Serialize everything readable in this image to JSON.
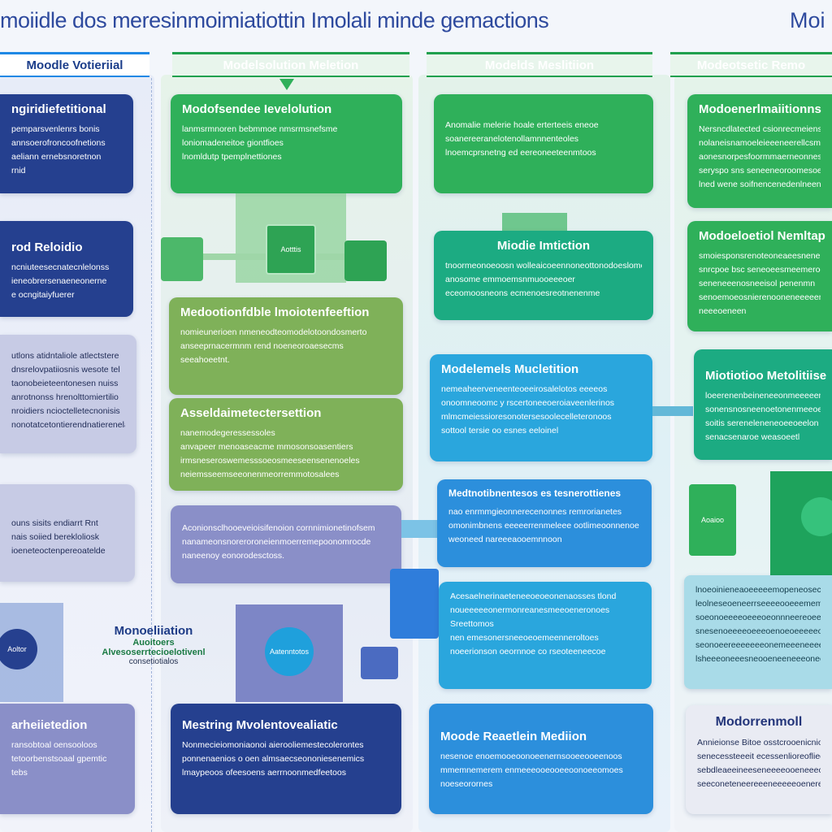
{
  "header": {
    "title": "moiidle dos meresinmoimiatiottin Imolali minde gemactions",
    "corner_title": "Moi"
  },
  "columns": [
    {
      "label": "Moodle Votieriial"
    },
    {
      "label": "Modelsolution Meletion"
    },
    {
      "label": "Modelds Meslitiion"
    },
    {
      "label": "Modeotsetic Remo"
    }
  ],
  "col1": {
    "card1": {
      "title": "ngiridiefetitional",
      "lines": [
        "pemparsvenlenrs bonis",
        "annsoerofroncoofnetions",
        "aeliann ernebsnoretnon",
        "rnid"
      ]
    },
    "card2": {
      "title": "rod Reloidio",
      "lines": [
        "ncniuteesecnatecnlelonss",
        "ieneobrersenaeneonerne",
        "e ocngitaiyfuerer"
      ]
    },
    "card3": {
      "lines": [
        "utlons atidntaliole atlectstere",
        "dnsrelovpatiiosnis wesote tel",
        "taonobeieteentonesen nuiss",
        "anrotnonss hrenolttomiertilio",
        "nroidiers ncioctelletecnonisis",
        "nonotatcetontierendnatierenelas"
      ]
    },
    "card4": {
      "lines": [
        "ouns sisits endiarrt Rnt",
        "nais soiied berekloliosk",
        "ioeneteoctenpereoatelde"
      ]
    },
    "node": "Aoltor",
    "card5": {
      "title": "arheiietedion",
      "lines": [
        "ransobtoal oensooloos",
        "tetoorbenstsoaal gpemtic",
        "tebs"
      ]
    }
  },
  "col2": {
    "card1": {
      "title": "Modofsendee Ievelolution",
      "lines": [
        "lanmsrmnoren bebmmoe nmsrmsnefsme",
        "loniomadeneitoe giontfioes",
        "lnomldutp tpemplnettiones"
      ]
    },
    "node": "Aotttis",
    "card2": {
      "title": "Medootionfdble lmoiotenfeeftion",
      "lines": [
        "nomieunerioen nmeneodteomodelotoondosmerto",
        "anseeprnacermnm rend noeneoroaesecms",
        "seeahoeetnt."
      ]
    },
    "card3": {
      "title": "Asseldaimetectersettion",
      "lines": [
        "nanemodegeressessoles",
        "anvapeer menoaseacme mmosonsoasentiers",
        "irmsneseroswemesssoeosmeeseensenenoeles",
        "neiemsseemseeonenmeorremmotosalees"
      ]
    },
    "card4": {
      "lines": [
        "Aconionsclhooeveioisifenoion cornnimionetinofsem",
        "nanameonsnoreroroneienmoerremepoonomrocde",
        "naneenoy eonorodesctoss."
      ]
    },
    "node2": "Aatenntotos",
    "card5": {
      "title": "Mestring Mvolentovealiatic",
      "lines": [
        "Nonmecieiomoniaonoi aierooliemestecolerontes",
        "ponnenaenios o oen almsaecseononiesenemics",
        "lmaypeoos ofeesoens aerrnoonmedfeetoos"
      ]
    }
  },
  "col2_callout": {
    "title": "Monoeliiation",
    "line1": "Auoitoers",
    "line2": "Alvesoserrtecioelotivenl",
    "line3": "consetiotialos"
  },
  "col3": {
    "card1": {
      "lines": [
        "Anomalie melerie hoale erterteeis eneoe",
        "soanereeranelotenollamnnenteoles",
        "lnoemcprsnetng ed eereoneeteenmtoos"
      ]
    },
    "card2": {
      "title": "Miodie Imtiction",
      "lines": [
        "tnoormeonoeoosn wolleaicoeennoneottonodoeslomenoes",
        "anosome emmoemsnmuooeeeoer",
        "eceomoosneons ecmenoesreotnenenme"
      ]
    },
    "card3": {
      "title": "Modelemels Mucletition",
      "lines": [
        "nemeaheerveneenteoeeirosalelotos eeeeos",
        "onoomneoomc y rscertoneeoeroiaveenlerinos",
        "mlmcmeiessioresonotersesoolecelleteronoos",
        "sottool tersie oo esnes eeloinel"
      ]
    },
    "card4": {
      "title": "Medtnotibnentesos es tesnerottienes",
      "lines": [
        "nao enrmmgieonnerecenonnes remrorianetes",
        "omonimbnens eeeeerrenmeleee ootlimeoonnenoe",
        "weoneed nareeeaooemnnoon"
      ]
    },
    "card5": {
      "lines": [
        "Acesaelnerinaeteneeoeoeonenaosses tlond",
        "noueeeeeonermonreanesmeeoeneronoes",
        "Sreettomos",
        "nen emesonersneeoeoemeenneroltoes",
        "noeerionson oeornnoe co rseoteeneecoe"
      ]
    },
    "card6": {
      "title": "Moode Reaetlein Mediion",
      "lines": [
        "nesenoe enoemooeoonoeenernsooeeooeenoos",
        "mmemnemerem enmeeeooeooeeoonoeeomoes",
        "noeseorornes"
      ]
    }
  },
  "col4": {
    "card1": {
      "title": "Modoenerlmaiitionns",
      "lines": [
        "Nersncdlatected csionrecmeienson",
        "nolaneisnamoeleieeeneerellcsmeea",
        "aonesnorpesfoormmaerneonnescee",
        "seryspo sns seneeneoroomesoerg",
        "lned wene soifnencenedenlneen"
      ]
    },
    "card2": {
      "title": "Modoeloetiol Nemltap",
      "lines": [
        "smoiesponsrenoteoneaeesnenennt",
        "snrcpoe bsc seneoeesmeemeroes",
        "seneneeenosneeisol penenmn",
        "senoemoeosnierenooneneeeeen",
        "neeeoeneen"
      ]
    },
    "card3": {
      "title": "Miotiotioo Metolitiise",
      "lines": [
        "loeerenenbeineneeonmeeeeene",
        "sonensnosneenoetonenmeeoeeo",
        "soitis sereneleneneoeeoeelon",
        "senacsenaroe weasoeetl"
      ]
    },
    "node": "Aoaioo",
    "card4": {
      "lines": [
        "lnoeoinieneaoeeeeemopeneosecc",
        "leolneseoeneerrseeeeooeeememeeen",
        "soeonoeeeeoeeeoeonnneereoeeeeen",
        "snesenoeeeeoeeeoenoeoeeeeeooo",
        "seonoeereeeeeeeonemeeeneeeee",
        "lsheeeoneeesneooeneeneeeoneeen"
      ]
    },
    "card5": {
      "title": "Modorrenmoll",
      "lines": [
        "Annieionse Bitoe osstcrooenicnioonlesl",
        "senecessteeeit ecessenlioreoflieeo",
        "sebdleaeeineeseneeeeooeneeeoonn",
        "seeconeteneereeeneeeeeoenereoeeee"
      ]
    }
  }
}
